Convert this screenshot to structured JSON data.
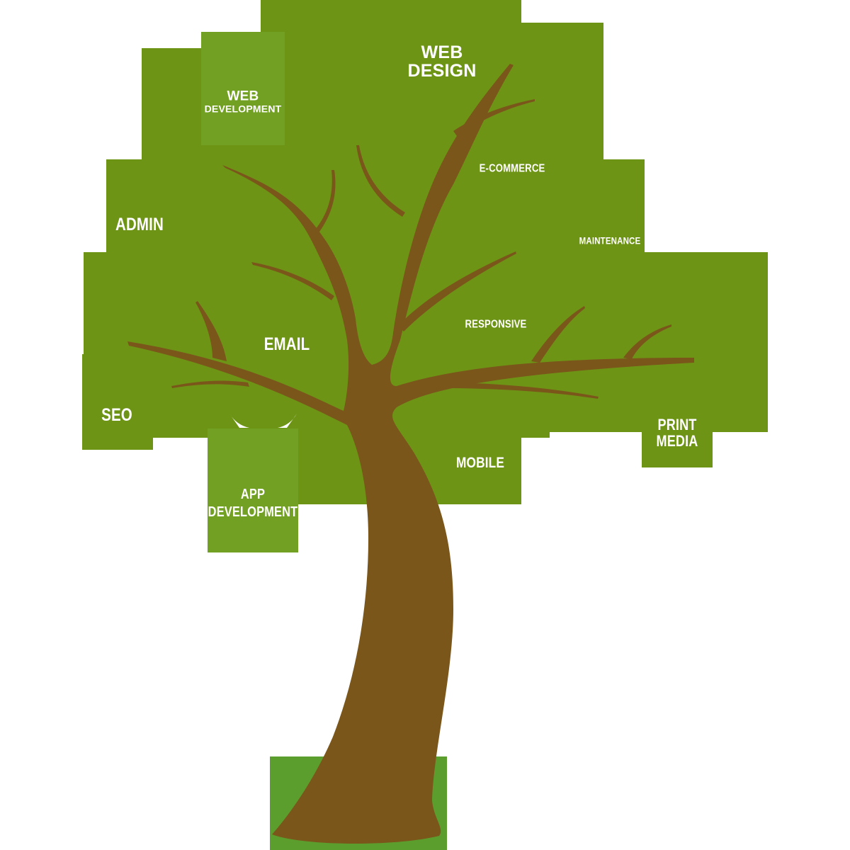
{
  "diagram": {
    "type": "tree-infographic",
    "colors": {
      "canopy": "#6e9416",
      "canopy_light": "#72a022",
      "trunk": "#7a561b",
      "ground_green": "#5c9e2e",
      "label_text": "#ffffff",
      "background": "#ffffff"
    },
    "labels": {
      "web_design": {
        "line1": "WEB",
        "line2": "DESIGN"
      },
      "web_development": {
        "line1": "WEB",
        "line2": "DEVELOPMENT"
      },
      "e_commerce": {
        "line1": "E-COMMERCE"
      },
      "admin": {
        "line1": "ADMIN"
      },
      "maintenance": {
        "line1": "MAINTENANCE"
      },
      "email": {
        "line1": "EMAIL"
      },
      "responsive": {
        "line1": "RESPONSIVE"
      },
      "seo": {
        "line1": "SEO"
      },
      "print_media": {
        "line1": "PRINT",
        "line2": "MEDIA"
      },
      "mobile": {
        "line1": "MOBILE"
      },
      "app_development": {
        "line1": "APP",
        "line2": "DEVELOPMENT"
      }
    }
  }
}
